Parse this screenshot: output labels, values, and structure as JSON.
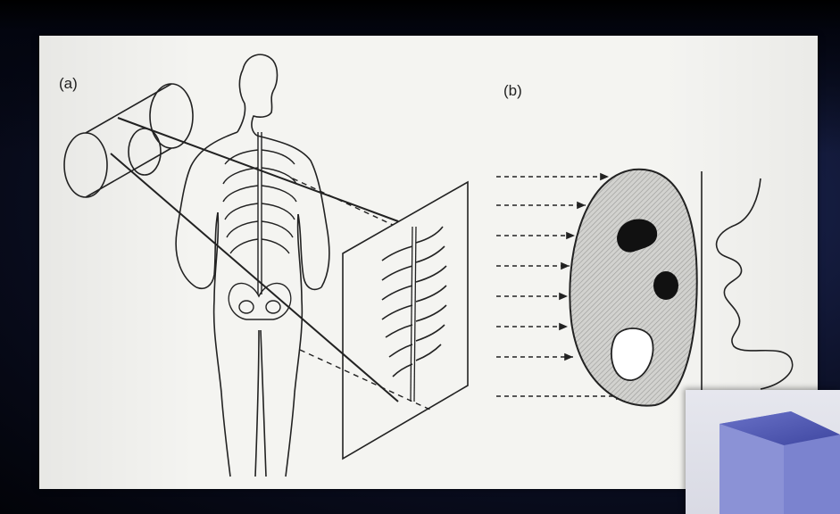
{
  "figure": {
    "panel_a_label": "(a)",
    "panel_b_label": "(b)"
  },
  "colors": {
    "background": "#0b0f24",
    "paper": "#f4f4f1",
    "ink": "#222222",
    "overlay_panel": "#dcdde6",
    "overlay_accent": "#4c54b0"
  },
  "icons": {
    "xray_tube": "cylinder",
    "detector": "film-plane"
  }
}
